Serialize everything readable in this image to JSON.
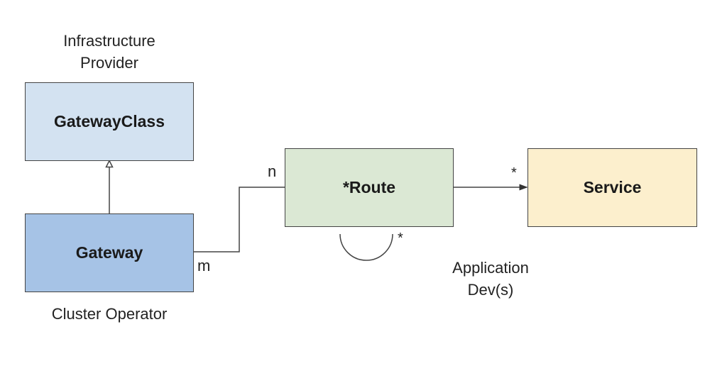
{
  "nodes": {
    "gatewayclass": {
      "label": "GatewayClass",
      "fill": "#d3e2f1"
    },
    "gateway": {
      "label": "Gateway",
      "fill": "#a6c3e6"
    },
    "route": {
      "label": "*Route",
      "fill": "#dbe8d4"
    },
    "service": {
      "label": "Service",
      "fill": "#fcefcd"
    }
  },
  "roles": {
    "infrastructure_provider": [
      "Infrastructure",
      "Provider"
    ],
    "cluster_operator": "Cluster Operator",
    "application_devs": [
      "Application",
      "Dev(s)"
    ]
  },
  "multiplicities": {
    "gateway_end": "m",
    "route_end": "n",
    "service_end": "*",
    "route_self": "*"
  },
  "colors": {
    "stroke": "#444444"
  }
}
